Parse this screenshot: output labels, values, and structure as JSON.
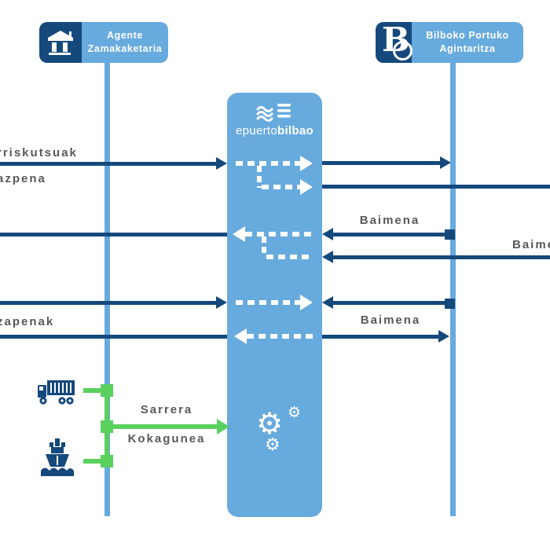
{
  "actors": {
    "left": {
      "label_line1": "Agente",
      "label_line2": "Zamakaketaria"
    },
    "right": {
      "label_line1": "Bilboko Portuko",
      "label_line2": "Agintaritza",
      "logo_letter": "B"
    },
    "center": {
      "logo_text_light": "epuerto",
      "logo_text_bold": "bilbao"
    }
  },
  "messages": {
    "hazardous_clipped": "rriskutsuak",
    "declaration_clipped": "azpena",
    "permission_upper": "Baimena",
    "permission_right_edge": "Baimena",
    "notifications_clipped": "zapenak",
    "permission_lower": "Baimena",
    "entry": "Sarrera",
    "location": "Kokagunea"
  },
  "icons": {
    "left_actor": "crane-icon",
    "right_actor": "letter-b-logo",
    "center_logo": "waves-bars-logo",
    "truck": "truck-icon",
    "ship": "ship-icon",
    "process": "gears-icon",
    "gear_glyph": "⚙"
  },
  "colors": {
    "light_blue": "#67aadd",
    "navy": "#15497c",
    "label_gray": "#595959",
    "green": "#5ad05e"
  }
}
